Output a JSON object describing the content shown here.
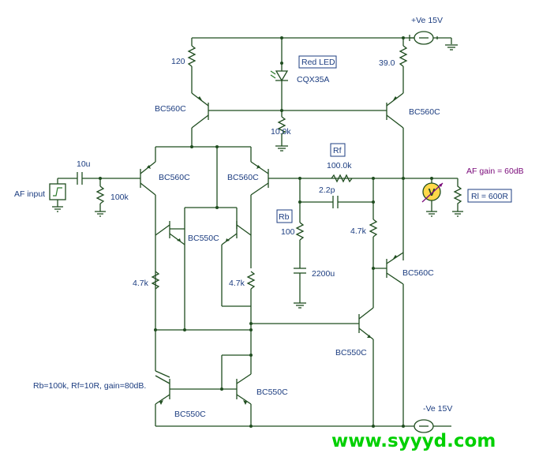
{
  "supply": {
    "pos": "+Ve 15V",
    "neg": "-Ve 15V"
  },
  "labels": {
    "r120": "120",
    "r39": "39.0",
    "red_led": "Red LED",
    "led_part": "CQX35A",
    "q_top_left": "BC560C",
    "q_top_right": "BC560C",
    "r10k": "10.0k",
    "c10u": "10u",
    "af_input": "AF input",
    "r100k_in": "100k",
    "q_diff_left": "BC560C",
    "q_diff_right": "BC560C",
    "rf_box": "Rf",
    "r_feedback": "100.0k",
    "af_gain": "AF gain = 60dB",
    "c22p": "2.2p",
    "rl_box": "Rl = 600R",
    "rb_box": "Rb",
    "r100": "100",
    "r47k_right": "4.7k",
    "q_mirror": "BC550C",
    "c2200u": "2200u",
    "q_driver_pnp": "BC560C",
    "r47k_left": "4.7k",
    "r47k_mid": "4.7k",
    "q_driver_npn": "BC550C",
    "note": "Rb=100k, Rf=10R, gain=80dB.",
    "q_bottom_right": "BC550C",
    "q_bottom_left": "BC550C",
    "watermark": "www.syyyd.com"
  },
  "meter_symbol": "V",
  "colors": {
    "wire": "#1f4d1f",
    "label": "#1c3d80",
    "accent": "#7a0a7a",
    "meter": "#ffd84a",
    "watermark": "#00d000"
  }
}
